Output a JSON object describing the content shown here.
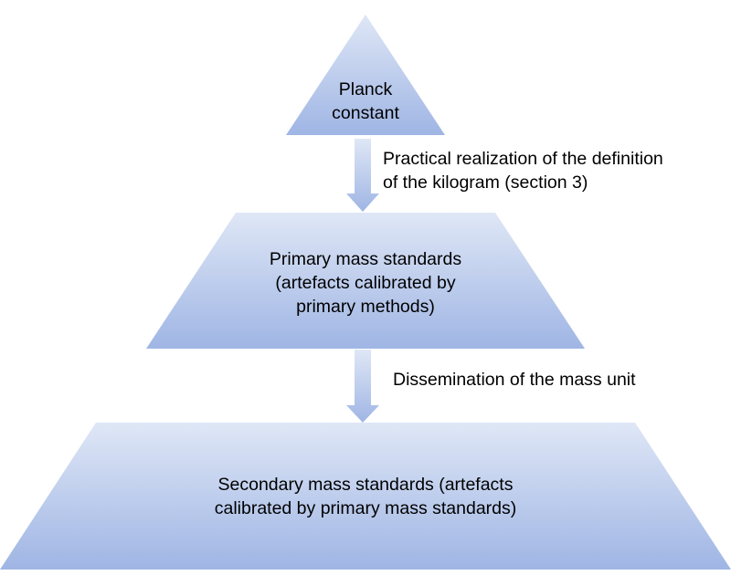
{
  "diagram": {
    "levels": [
      {
        "lines": [
          "Planck",
          "constant"
        ]
      },
      {
        "lines": [
          "Primary mass standards",
          "(artefacts calibrated by",
          "primary methods)"
        ]
      },
      {
        "lines": [
          "Secondary mass standards (artefacts",
          "calibrated by primary mass standards)"
        ]
      }
    ],
    "arrows": [
      {
        "lines": [
          "Practical realization of the definition",
          "of the kilogram (section 3)"
        ]
      },
      {
        "lines": [
          "Dissemination of the mass unit"
        ]
      }
    ],
    "colors": {
      "fill_top": "#dfe7f6",
      "fill_bottom": "#9fb5e4"
    }
  }
}
